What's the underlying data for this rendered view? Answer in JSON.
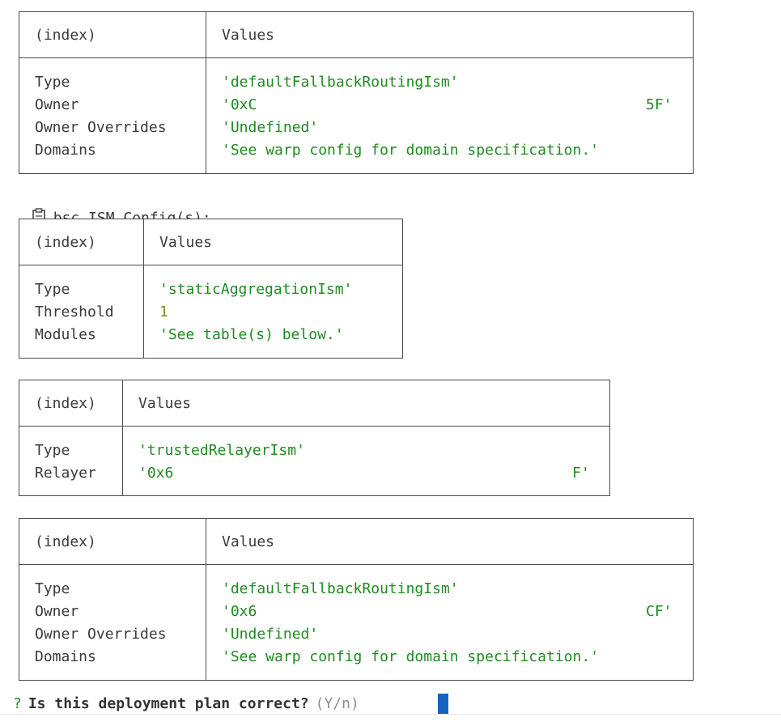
{
  "tables": [
    {
      "header_index": "(index)",
      "header_values": "Values",
      "rows": [
        {
          "key": "Type",
          "value": "'defaultFallbackRoutingIsm'"
        },
        {
          "key": "Owner",
          "value_start": "'0xC",
          "value_end": "5F'"
        },
        {
          "key": "Owner Overrides",
          "value": "'Undefined'"
        },
        {
          "key": "Domains",
          "value": "'See warp config for domain specification.'"
        }
      ]
    },
    {
      "header_index": "(index)",
      "header_values": "Values",
      "rows": [
        {
          "key": "Type",
          "value": "'staticAggregationIsm'"
        },
        {
          "key": "Threshold",
          "value": "1"
        },
        {
          "key": "Modules",
          "value": "'See table(s) below.'"
        }
      ]
    },
    {
      "header_index": "(index)",
      "header_values": "Values",
      "rows": [
        {
          "key": "Type",
          "value": "'trustedRelayerIsm'"
        },
        {
          "key": "Relayer",
          "value_start": "'0x6",
          "value_end": "F'"
        }
      ]
    },
    {
      "header_index": "(index)",
      "header_values": "Values",
      "rows": [
        {
          "key": "Type",
          "value": "'defaultFallbackRoutingIsm'"
        },
        {
          "key": "Owner",
          "value_start": "'0x6",
          "value_end": "CF'"
        },
        {
          "key": "Owner Overrides",
          "value": "'Undefined'"
        },
        {
          "key": "Domains",
          "value": "'See warp config for domain specification.'"
        }
      ]
    }
  ],
  "section_title": "bsc ISM Config(s):",
  "section_icon": "clipboard-icon",
  "prompt": {
    "marker": "?",
    "question": "Is this deployment plan correct?",
    "hint": "(Y/n)"
  },
  "colors": {
    "string_value": "#1f8a1f",
    "number_value": "#8a8a1a",
    "cursor": "#1565c0",
    "border": "#4a4a4a"
  }
}
